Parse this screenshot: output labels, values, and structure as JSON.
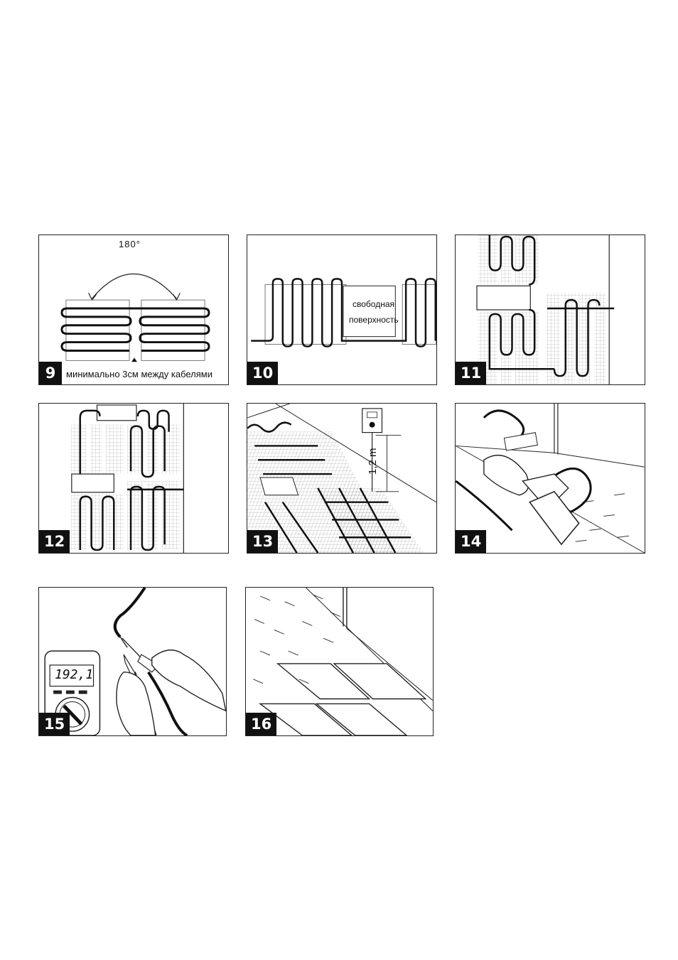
{
  "panels": {
    "p9": {
      "number": "9",
      "angle_label": "180°",
      "caption": "минимально 3см между кабелями"
    },
    "p10": {
      "number": "10",
      "label_line1": "свободная",
      "label_line2": "поверхность"
    },
    "p11": {
      "number": "11"
    },
    "p12": {
      "number": "12"
    },
    "p13": {
      "number": "13",
      "height_label": "1,2 m"
    },
    "p14": {
      "number": "14"
    },
    "p15": {
      "number": "15",
      "meter_reading": "192,1"
    },
    "p16": {
      "number": "16"
    }
  }
}
